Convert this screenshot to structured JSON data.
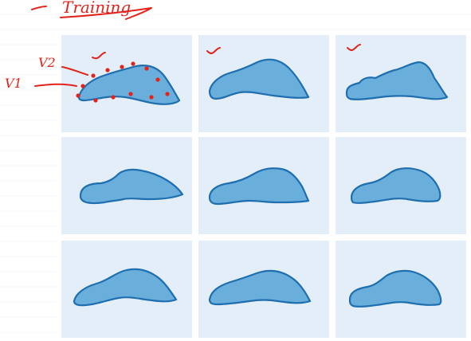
{
  "annotations": {
    "title": "Training",
    "label_v1": "V1",
    "label_v2": "V2",
    "check_mark": "✓"
  },
  "grid": {
    "rows": 3,
    "cols": 3,
    "cell_color": "#e4eef8",
    "shape_fill": "#6aaedc",
    "shape_stroke": "#1f6fb0",
    "ink_color": "#e3231b"
  }
}
